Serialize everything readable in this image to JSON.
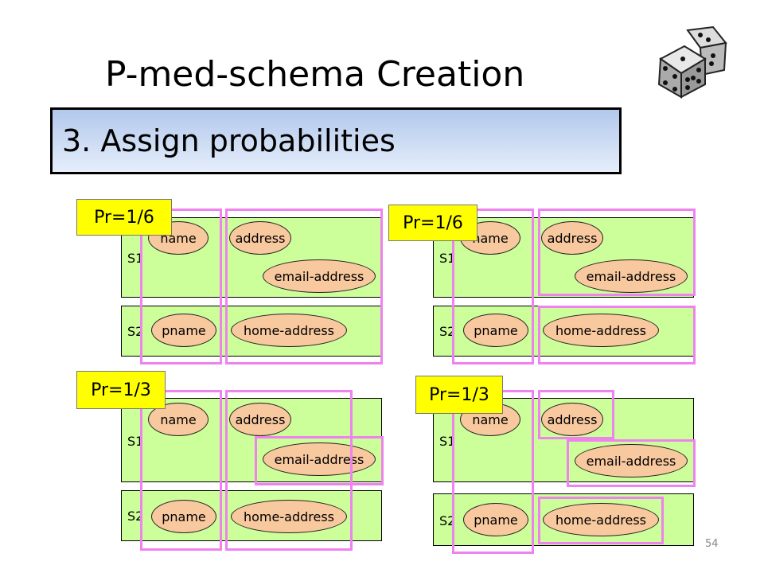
{
  "title": "P-med-schema Creation",
  "banner": "3. Assign probabilities",
  "page_number": "54",
  "labels": {
    "s1": "S1",
    "s2": "S2",
    "name": "name",
    "address": "address",
    "email": "email-address",
    "pname": "pname",
    "home": "home-address"
  },
  "schemas": [
    {
      "probability": "Pr=1/6"
    },
    {
      "probability": "Pr=1/6"
    },
    {
      "probability": "Pr=1/3"
    },
    {
      "probability": "Pr=1/3"
    }
  ],
  "colors": {
    "source_fill": "#ccff99",
    "attribute_fill": "#f8c89e",
    "group_border": "#ee82ee",
    "probability_fill": "#ffff00"
  }
}
